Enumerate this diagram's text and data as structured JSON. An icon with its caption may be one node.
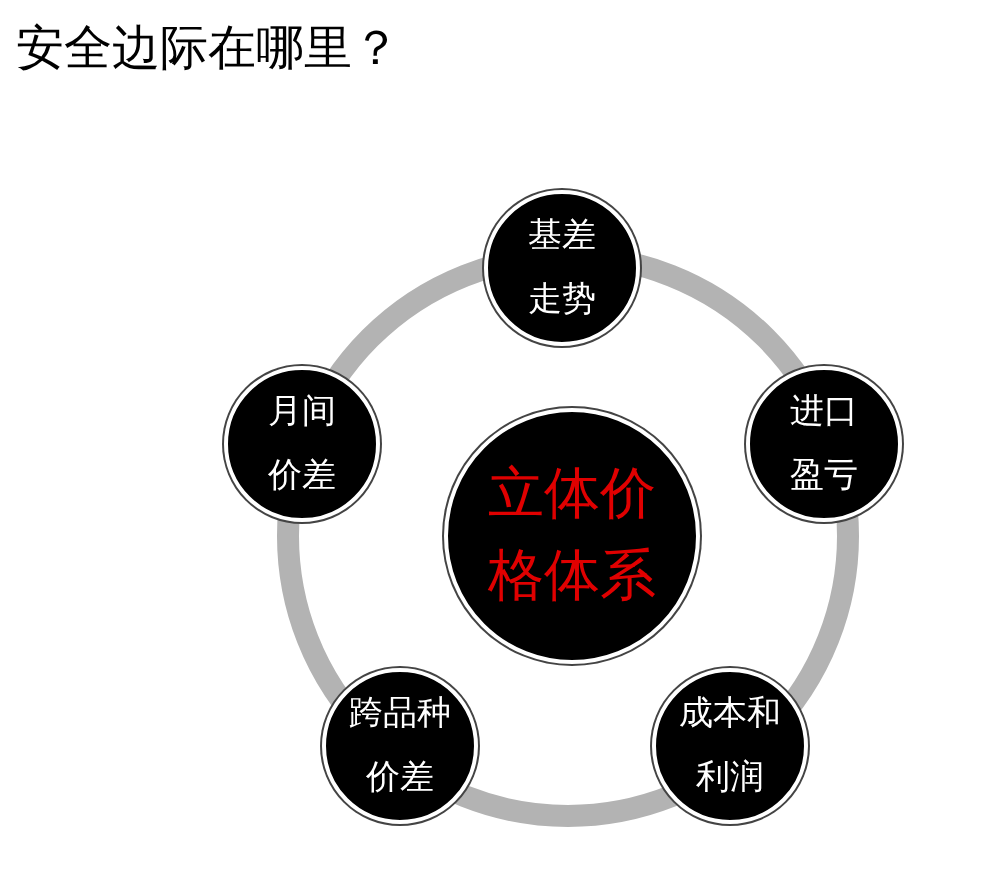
{
  "diagram": {
    "title": "安全边际在哪里？",
    "nodes": [
      {
        "text": [
          "立体价格体系"
        ]
      },
      {
        "text": [
          "基差走势"
        ]
      },
      {
        "text": [
          "进口盈亏"
        ]
      },
      {
        "text": [
          "成本和利润"
        ]
      },
      {
        "text": [
          "跨品种价差"
        ]
      },
      {
        "text": [
          "月间价差"
        ]
      }
    ]
  }
}
